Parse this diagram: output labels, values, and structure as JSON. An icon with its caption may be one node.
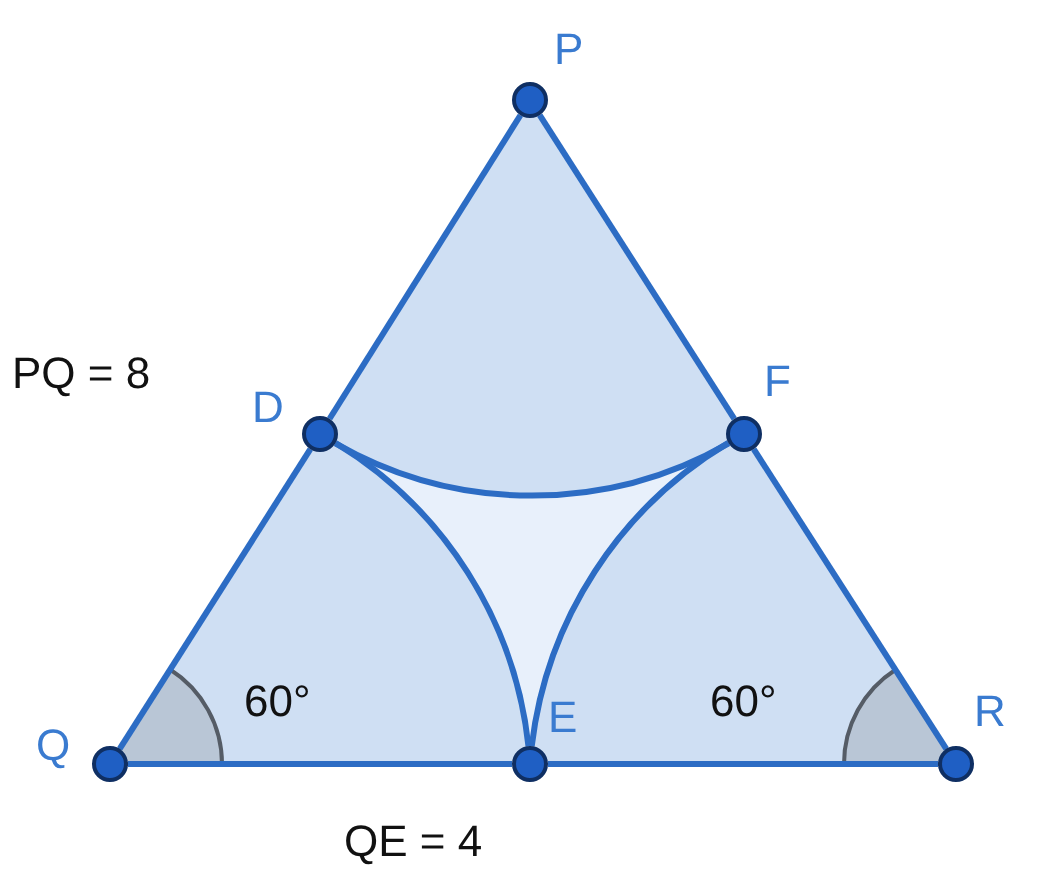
{
  "diagram": {
    "nodes": [
      {
        "text": [],
        "shape": "circle",
        "beside": [
          "P"
        ]
      },
      {
        "text": [],
        "shape": "circle",
        "beside": [
          "D"
        ]
      },
      {
        "text": [],
        "shape": "circle",
        "beside": [
          "F"
        ]
      },
      {
        "text": [],
        "shape": "circle",
        "beside": [
          "Q"
        ]
      },
      {
        "text": [],
        "shape": "circle",
        "beside": [
          "E"
        ]
      },
      {
        "text": [],
        "shape": "circle",
        "beside": [
          "R"
        ]
      }
    ],
    "edges": [
      {
        "from": 0,
        "to": 1,
        "arrow": "none"
      },
      {
        "from": 1,
        "to": 3,
        "arrow": "none"
      },
      {
        "from": 3,
        "to": 4,
        "arrow": "none"
      },
      {
        "from": 4,
        "to": 5,
        "arrow": "none"
      },
      {
        "from": 5,
        "to": 2,
        "arrow": "none"
      },
      {
        "from": 2,
        "to": 0,
        "arrow": "none"
      },
      {
        "from": 1,
        "to": 2,
        "arrow": "none"
      },
      {
        "from": 1,
        "to": 4,
        "arrow": "none"
      },
      {
        "from": 4,
        "to": 2,
        "arrow": "none"
      }
    ],
    "labels": [
      "PQ = 8",
      "60°",
      "60°",
      "QE = 4"
    ]
  }
}
